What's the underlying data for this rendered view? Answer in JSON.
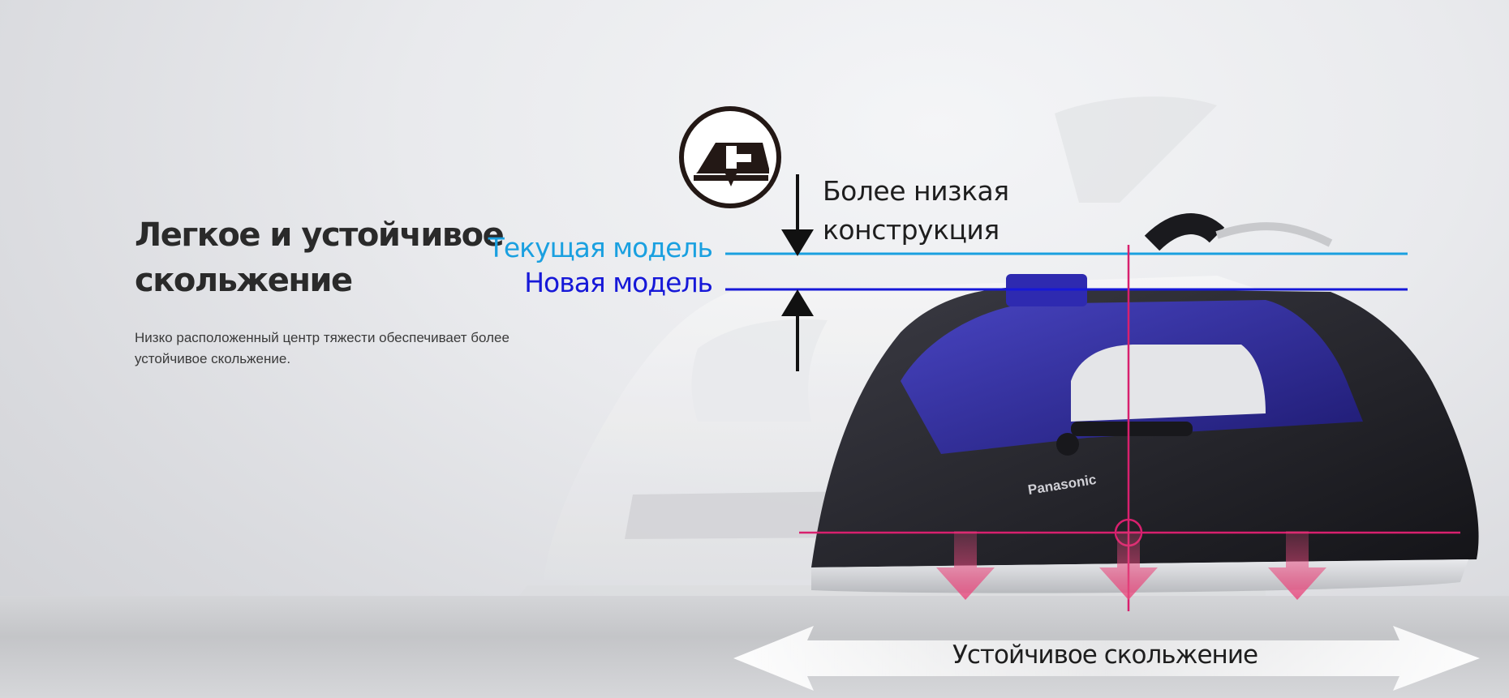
{
  "section": {
    "title": "Легкое и устойчивое скольжение",
    "description": "Низко расположенный центр тяжести обеспечивает более устойчивое скольжение."
  },
  "diagram": {
    "current_model_label": "Текущая модель",
    "new_model_label": "Новая модель",
    "lower_design_label": "Более низкая конструкция",
    "stable_glide_label": "Устойчивое скольжение",
    "brand_on_product": "Panasonic",
    "icon": "iron-soleplate-icon",
    "colors": {
      "current_line": "#1aa0e0",
      "new_line": "#1618d8",
      "center_of_gravity": "#d8206e",
      "iron_body": "#2a2a30",
      "iron_accent": "#3a36b8"
    }
  }
}
